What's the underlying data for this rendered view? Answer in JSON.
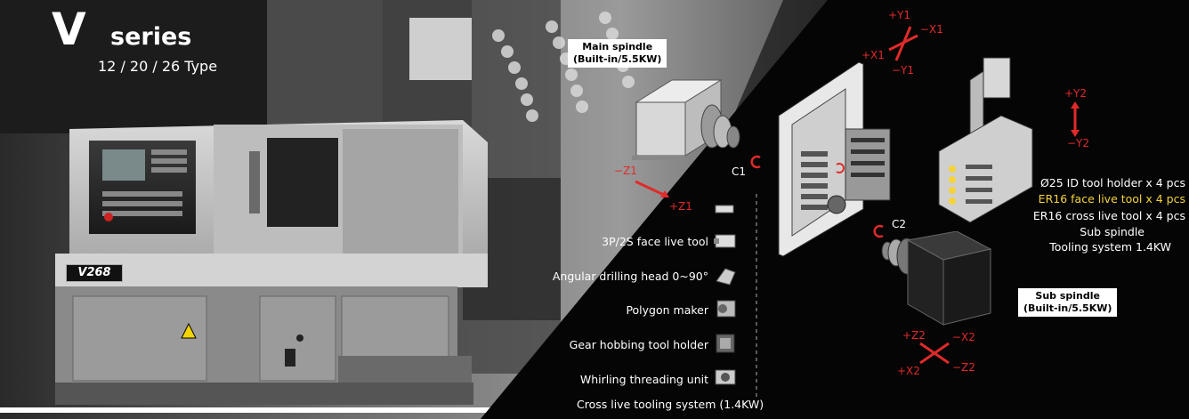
{
  "header": {
    "title_letter": "V",
    "title_word": "series",
    "subtitle": "12 / 20 / 26 Type"
  },
  "machine": {
    "badge": "V268"
  },
  "spindles": {
    "main_title": "Main spindle",
    "main_spec": "(Built-in/5.5KW)",
    "sub_title": "Sub spindle",
    "sub_spec": "(Built-in/5.5KW)",
    "c1": "C1",
    "c2": "C2"
  },
  "axes": {
    "plus_y1": "+Y1",
    "minus_x1": "−X1",
    "plus_x1": "+X1",
    "minus_y1": "−Y1",
    "minus_z1": "−Z1",
    "plus_z1": "+Z1",
    "plus_y2": "+Y2",
    "minus_y2": "−Y2",
    "plus_z2": "+Z2",
    "minus_x2": "−X2",
    "plus_x2": "+X2",
    "minus_z2": "−Z2"
  },
  "tools": [
    "3P/2S face live tool",
    "Angular drilling head 0~90°",
    "Polygon maker",
    "Gear hobbing tool holder",
    "Whirling threading unit"
  ],
  "tooling_footer": "Cross live tooling system (1.4KW)",
  "specs": {
    "line1": "Ø25 ID tool holder x 4 pcs",
    "line2": "ER16 face live tool x 4 pcs",
    "line3": "ER16 cross live tool x 4 pcs",
    "line4": "Sub spindle",
    "line5": "Tooling system 1.4KW"
  },
  "colors": {
    "accent_red": "#e02a2a",
    "highlight_yellow": "#f5d33a",
    "panel_dark": "#050505"
  }
}
